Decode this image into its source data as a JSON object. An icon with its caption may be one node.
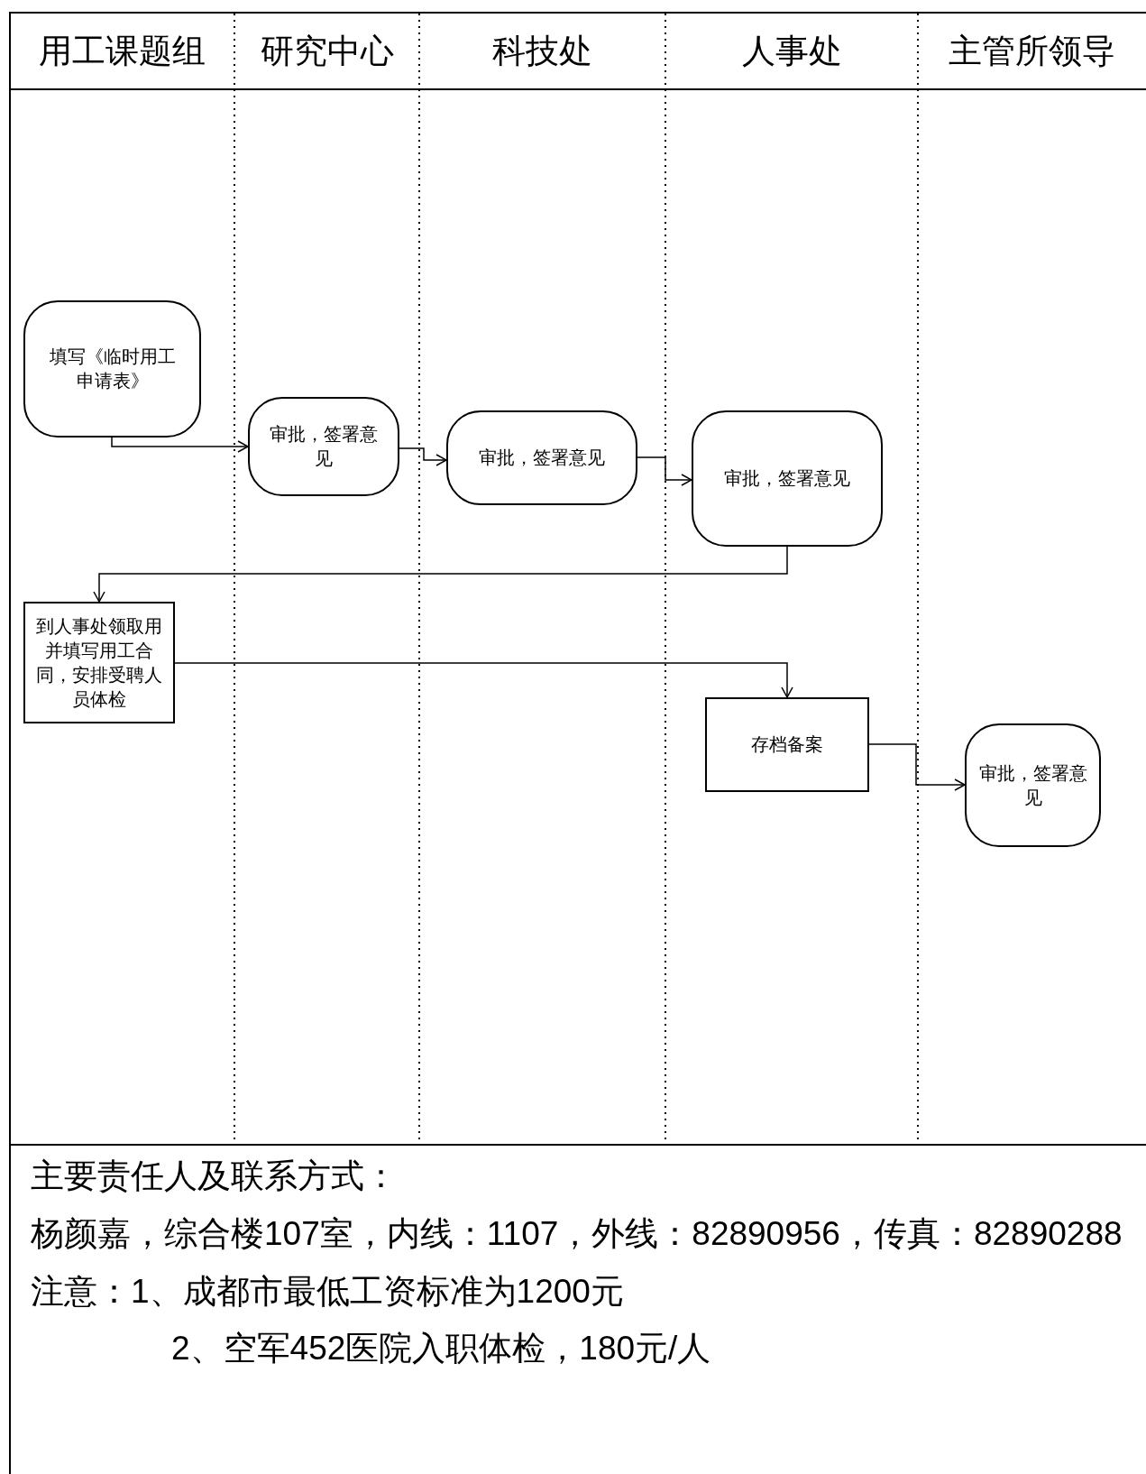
{
  "diagram": {
    "nodes": [
      {
        "text": [
          "填写《临时用工申请表》"
        ]
      },
      {
        "text": [
          "审批，签署意见"
        ]
      },
      {
        "text": [
          "审批，签署意见"
        ]
      },
      {
        "text": [
          "审批，签署意见"
        ]
      },
      {
        "text": [
          "到人事处领取用并填写用工合同，安排受聘人员体检"
        ]
      },
      {
        "text": [
          "存档备案"
        ]
      },
      {
        "text": [
          "审批，签署意见"
        ]
      }
    ],
    "edges": [
      {
        "from": 0,
        "to": 1,
        "arrow": "to"
      },
      {
        "from": 1,
        "to": 2,
        "arrow": "to"
      },
      {
        "from": 2,
        "to": 3,
        "arrow": "to"
      },
      {
        "from": 3,
        "to": 4,
        "arrow": "to"
      },
      {
        "from": 4,
        "to": 5,
        "arrow": "to"
      },
      {
        "from": 5,
        "to": 6,
        "arrow": "to"
      }
    ],
    "labels": [
      "用工课题组",
      "研究中心",
      "科技处",
      "人事处",
      "主管所领导",
      "主要责任人及联系方式：",
      "杨颜嘉，综合楼107室，内线：1107，外线：82890956，传真：82890288",
      "注意：1、成都市最低工资标准为1200元",
      "2、空军452医院入职体检，180元/人"
    ]
  }
}
